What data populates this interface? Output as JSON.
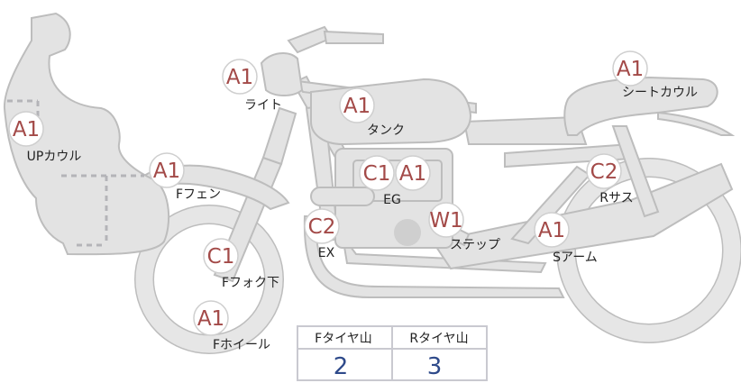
{
  "parts": [
    {
      "id": "light",
      "code": "A1",
      "label": "ライト"
    },
    {
      "id": "tank",
      "code": "A1",
      "label": "タンク"
    },
    {
      "id": "seat-cowl",
      "code": "A1",
      "label": "シートカウル"
    },
    {
      "id": "up-cowl",
      "code": "A1",
      "label": "UPカウル"
    },
    {
      "id": "f-fender",
      "code": "A1",
      "label": "Fフェン"
    },
    {
      "id": "eg",
      "code1": "C1",
      "code2": "A1",
      "label": "EG"
    },
    {
      "id": "r-sus",
      "code": "C2",
      "label": "Rサス"
    },
    {
      "id": "ex",
      "code": "C2",
      "label": "EX"
    },
    {
      "id": "step",
      "code": "W1",
      "label": "ステップ"
    },
    {
      "id": "s-arm",
      "code": "A1",
      "label": "Sアーム"
    },
    {
      "id": "f-fork",
      "code": "C1",
      "label": "Fフォク下"
    },
    {
      "id": "f-wheel",
      "code": "A1",
      "label": "Fホイール"
    }
  ],
  "tire_table": {
    "headers": [
      "Fタイヤ山",
      "Rタイヤ山"
    ],
    "values": [
      "2",
      "3"
    ]
  },
  "colors": {
    "code": "#a34a48",
    "value": "#2e4a8a",
    "part_fill": "#e3e3e3"
  }
}
